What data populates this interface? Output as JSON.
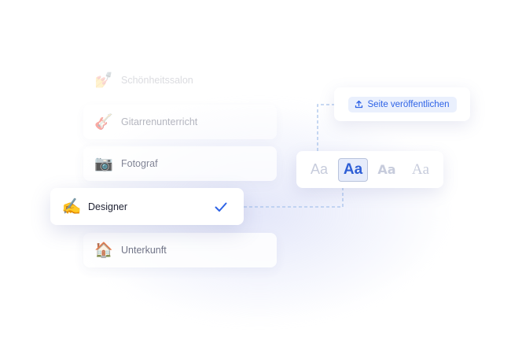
{
  "categories": [
    {
      "emoji": "💅",
      "label": "Schönheitssalon"
    },
    {
      "emoji": "🎸",
      "label": "Gitarrenunterricht"
    },
    {
      "emoji": "📷",
      "label": "Fotograf"
    },
    {
      "emoji": "✍️",
      "label": "Designer",
      "selected": true
    },
    {
      "emoji": "🏠",
      "label": "Unterkunft"
    }
  ],
  "publish": {
    "label": "Seite veröffentlichen",
    "icon": "upload-icon"
  },
  "font_picker": {
    "options": [
      "Aa",
      "Aa",
      "Aa",
      "Aa"
    ],
    "selected_index": 1
  },
  "colors": {
    "accent": "#2e63e6",
    "accent_bg": "#eaf0fd",
    "connector": "#a9c4ec"
  }
}
